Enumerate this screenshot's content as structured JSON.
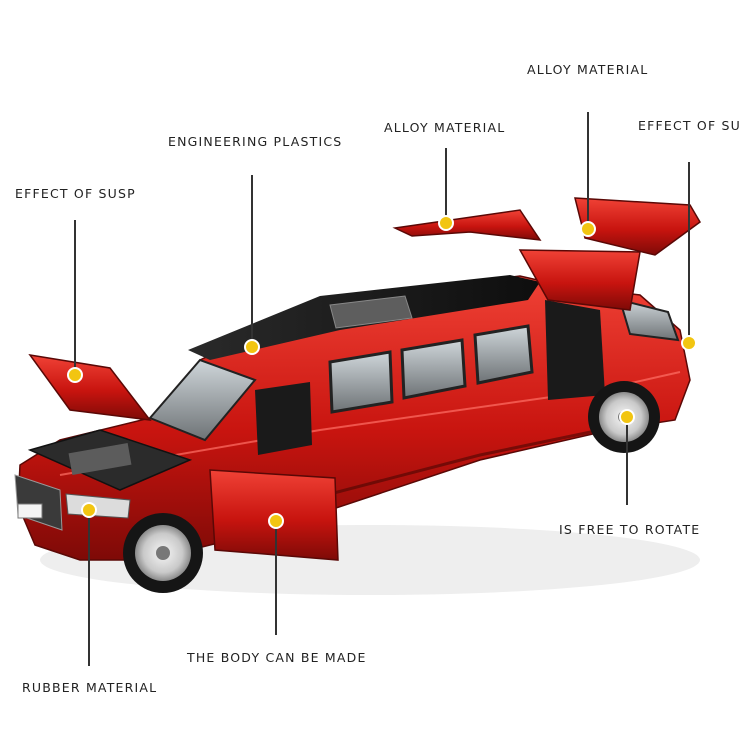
{
  "image": {
    "description_labels": [
      "ALLOY MATERIAL",
      "EFFECT OF SU",
      "ALLOY MATERIAL",
      "ENGINEERING PLASTICS",
      "EFFECT OF SUSP",
      "IS FREE TO ROTATE",
      "THE BODY CAN BE MADE",
      "RUBBER MATERIAL"
    ],
    "colors": {
      "body_red": "#d11a14",
      "roof_black": "#1b1b1b",
      "marker_yellow": "#f2c511",
      "leader_line": "#333333"
    }
  }
}
